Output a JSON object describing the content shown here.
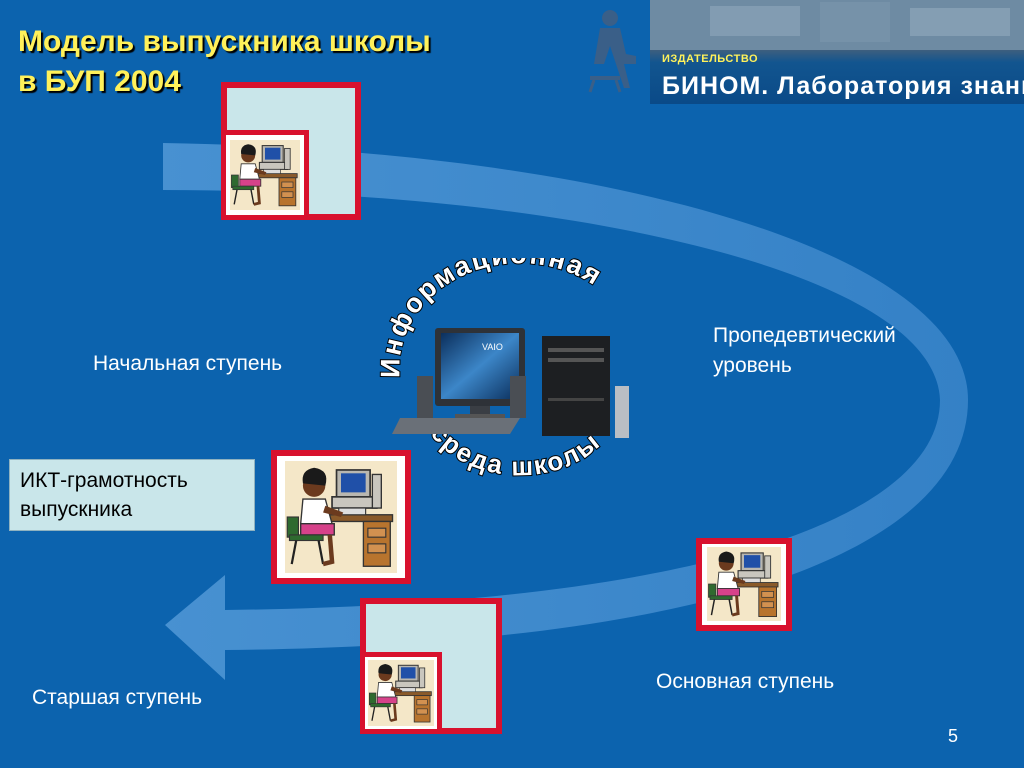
{
  "title": {
    "line1": "Модель выпускника школы",
    "line2": "в БУП 2004"
  },
  "publisher": {
    "small": "ИЗДАТЕЛЬСТВО",
    "name": "БИНОМ. Лаборатория знаний"
  },
  "center": {
    "arc_top": "Информационная",
    "arc_bottom": "среда школы",
    "monitor_brand": "VAIO"
  },
  "stages": {
    "propaedeutic": {
      "line1": "Пропедевтический",
      "line2": "уровень"
    },
    "primary": "Начальная ступень",
    "basic": "Основная ступень",
    "senior": "Старшая ступень"
  },
  "ikt_box": {
    "line1": "ИКТ-грамотность",
    "line2": "выпускника"
  },
  "page_number": "5",
  "colors": {
    "background": "#0C63AE",
    "title": "#FFF15A",
    "frame": "#D8112E",
    "box_fill": "#C9E6EA"
  },
  "icons": [
    "person-at-computer-icon",
    "reader-silhouette-icon",
    "desktop-computer-icon",
    "curved-arrow"
  ]
}
